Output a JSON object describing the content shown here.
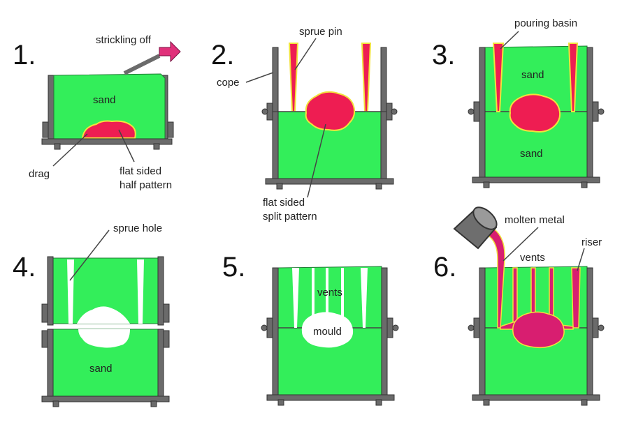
{
  "colors": {
    "sand": "#33ee5a",
    "pattern": "#ee1d52",
    "pattern_edge": "#f2e23c",
    "flask": "#6b6b6b",
    "metal": "#d81e70",
    "ladle": "#6e6e6e",
    "hole": "#ffffff"
  },
  "steps": [
    {
      "number": "1.",
      "labels": {
        "strickling": "strickling off",
        "sand": "sand",
        "drag": "drag",
        "half_pattern_1": "flat sided",
        "half_pattern_2": "half pattern"
      }
    },
    {
      "number": "2.",
      "labels": {
        "sprue_pin": "sprue pin",
        "cope": "cope",
        "split_pattern_1": "flat sided",
        "split_pattern_2": "split pattern"
      }
    },
    {
      "number": "3.",
      "labels": {
        "pouring_basin": "pouring basin",
        "sand_top": "sand",
        "sand_bottom": "sand"
      }
    },
    {
      "number": "4.",
      "labels": {
        "sprue_hole": "sprue hole",
        "sand": "sand"
      }
    },
    {
      "number": "5.",
      "labels": {
        "vents": "vents",
        "mould": "mould"
      }
    },
    {
      "number": "6.",
      "labels": {
        "molten_metal": "molten metal",
        "riser": "riser",
        "vents": "vents"
      }
    }
  ]
}
